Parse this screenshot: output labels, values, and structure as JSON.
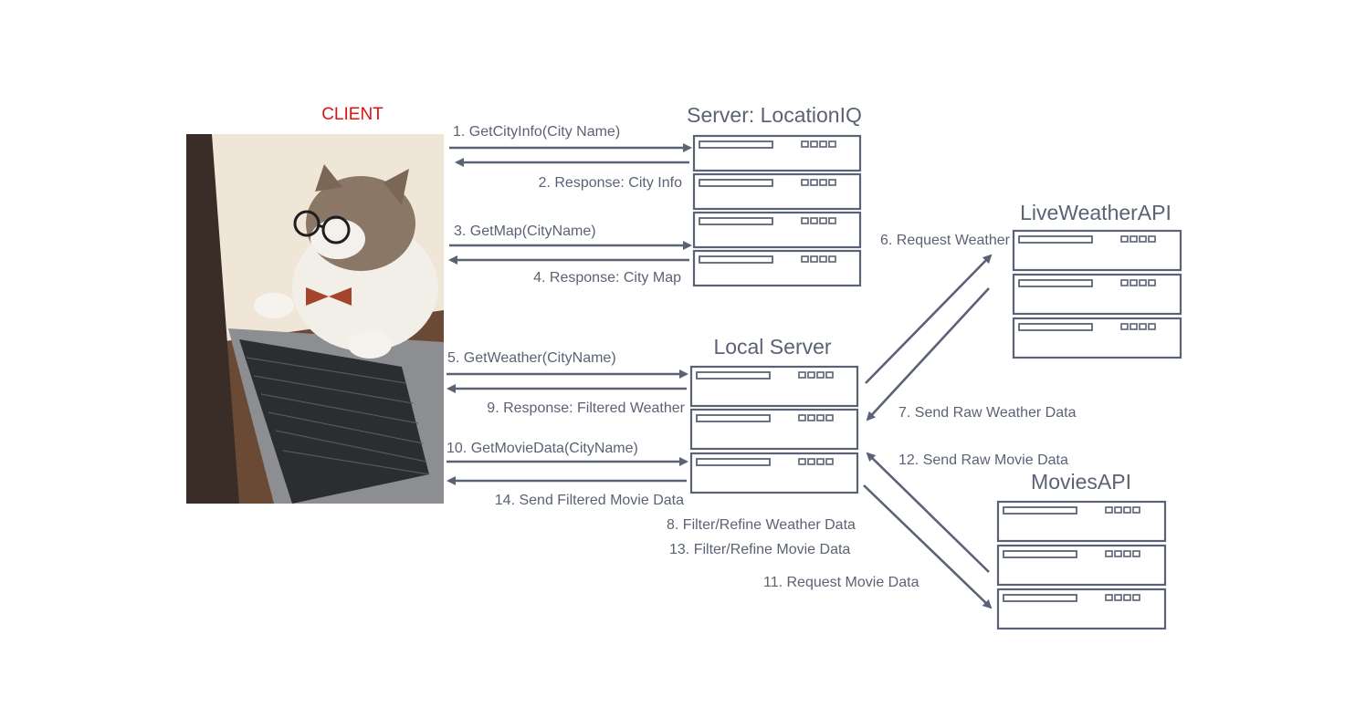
{
  "client": {
    "title": "CLIENT",
    "image": "cat-at-laptop-photo"
  },
  "servers": {
    "locationiq": {
      "title": "Server: LocationIQ"
    },
    "local": {
      "title": "Local Server"
    },
    "weather": {
      "title": "LiveWeatherAPI"
    },
    "movies": {
      "title": "MoviesAPI"
    }
  },
  "steps": {
    "s1": "1. GetCityInfo(City Name)",
    "s2": "2. Response: City Info",
    "s3": "3. GetMap(CityName)",
    "s4": "4. Response: City Map",
    "s5": "5. GetWeather(CityName)",
    "s6": "6. Request Weather",
    "s7": "7. Send Raw Weather Data",
    "s8": "8. Filter/Refine Weather Data",
    "s9": "9. Response: Filtered Weather",
    "s10": "10. GetMovieData(CityName)",
    "s11": "11. Request Movie Data",
    "s12": "12. Send Raw Movie Data",
    "s13": "13. Filter/Refine Movie Data",
    "s14": "14. Send Filtered Movie Data"
  },
  "colors": {
    "line": "#5b6275",
    "client_title": "#e0120f"
  }
}
